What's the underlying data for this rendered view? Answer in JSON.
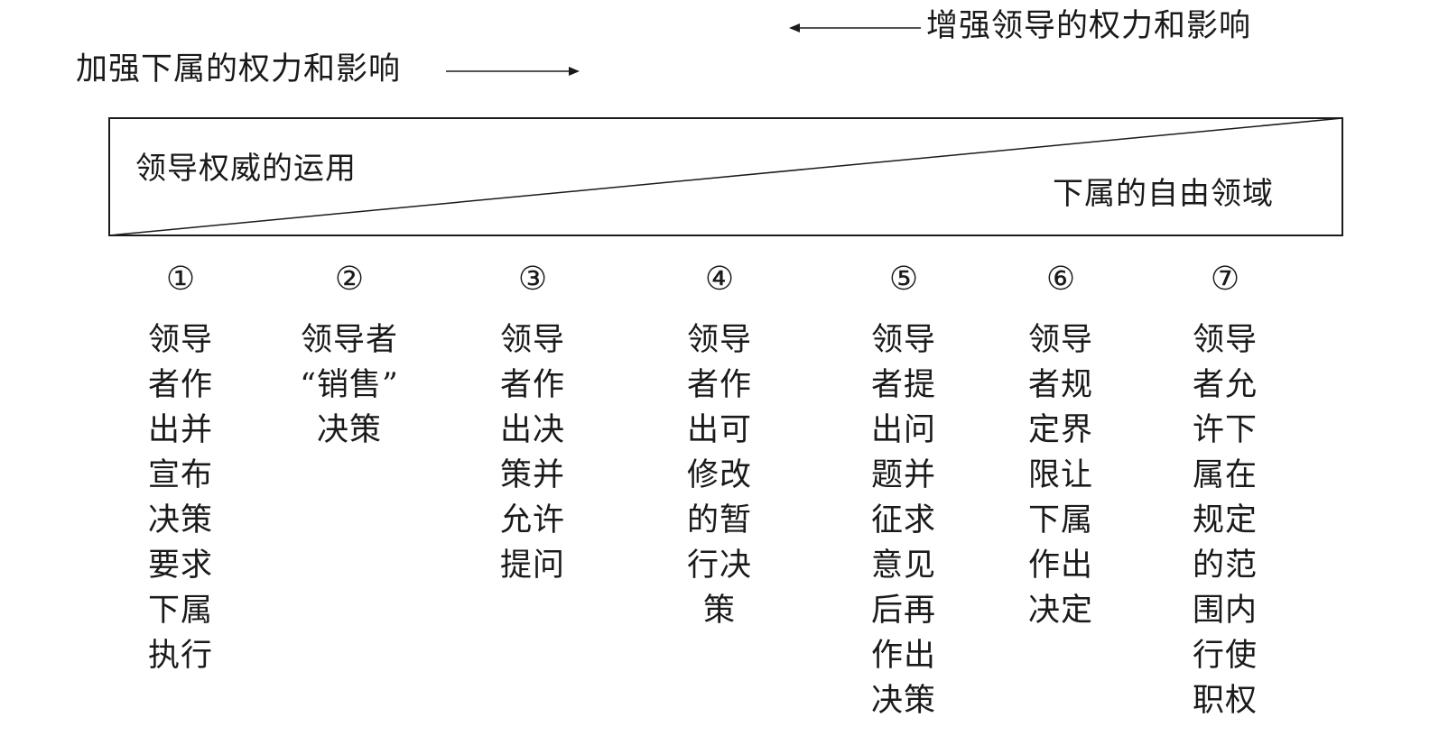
{
  "header": {
    "leader_power_label": "增强领导的权力和影响",
    "subordinate_power_label": "加强下属的权力和影响"
  },
  "continuum": {
    "leader_area_label": "领导权威的运用",
    "subordinate_area_label": "下属的自由领域"
  },
  "styles": [
    {
      "number": "①",
      "description": "领导\n者作\n出并\n宣布\n决策\n要求\n下属\n执行"
    },
    {
      "number": "②",
      "description": "领导者\n“销售”\n决策"
    },
    {
      "number": "③",
      "description": "领导\n者作\n出决\n策并\n允许\n提问"
    },
    {
      "number": "④",
      "description": "领导\n者作\n出可\n修改\n的暂\n行决\n策"
    },
    {
      "number": "⑤",
      "description": "领导\n者提\n出问\n题并\n征求\n意见\n后再\n作出\n决策"
    },
    {
      "number": "⑥",
      "description": "领导\n者规\n定界\n限让\n下属\n作出\n决定"
    },
    {
      "number": "⑦",
      "description": "领导\n者允\n许下\n属在\n规定\n的范\n围内\n行使\n职权"
    }
  ]
}
